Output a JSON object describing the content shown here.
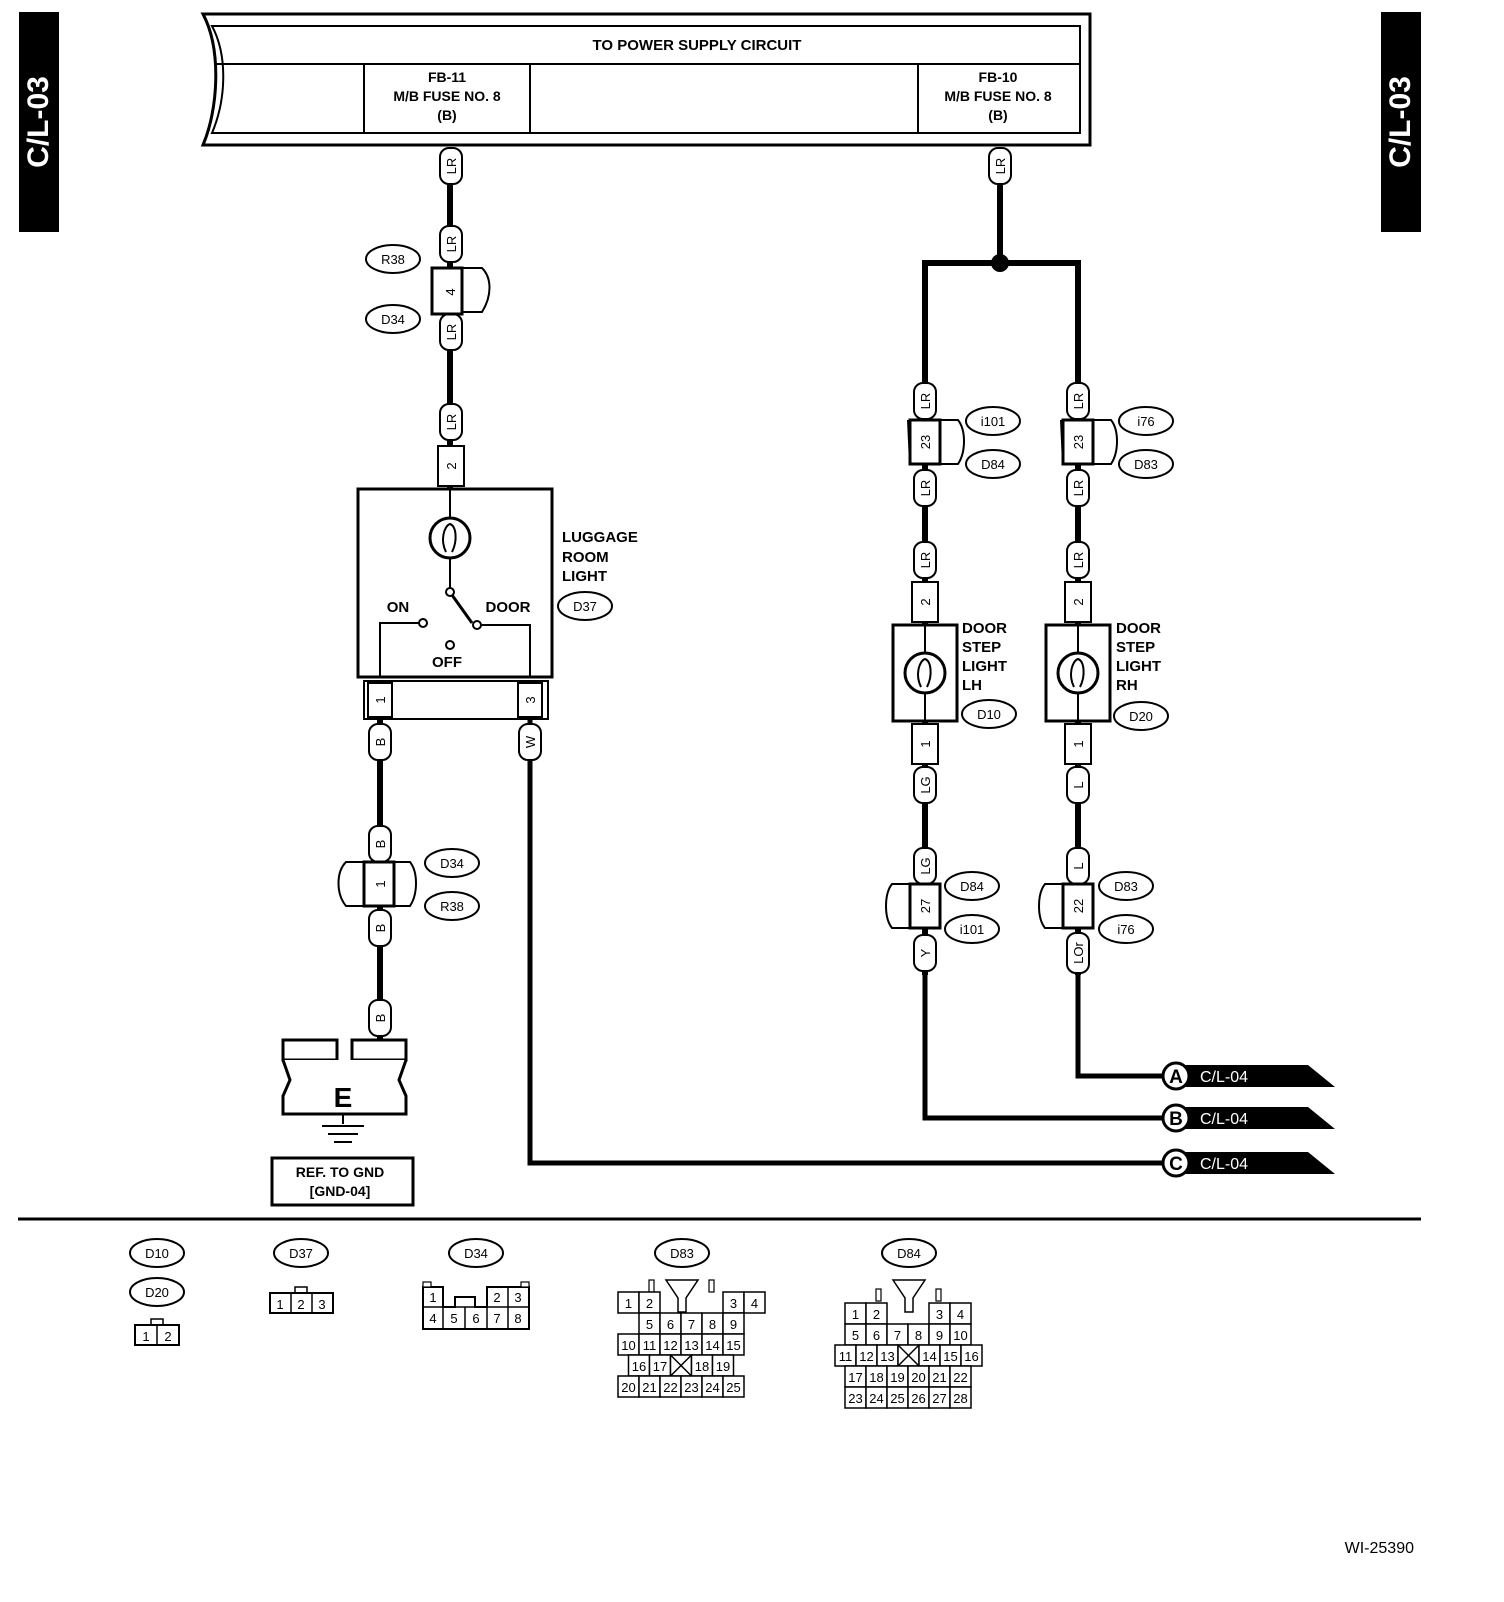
{
  "page": {
    "tab_code": "C/L-03",
    "figure_code": "WI-25390"
  },
  "power_box": {
    "title": "TO POWER SUPPLY CIRCUIT",
    "fuse_left": {
      "line1": "FB-11",
      "line2": "M/B FUSE NO. 8",
      "line3": "(B)"
    },
    "fuse_right": {
      "line1": "FB-10",
      "line2": "M/B FUSE NO. 8",
      "line3": "(B)"
    }
  },
  "left_circuit": {
    "wire_power": "LR",
    "wire_ground": "B",
    "wire_switch": "W",
    "connector_r38": "R38",
    "connector_d34": "D34",
    "pin_inline_top": "4",
    "pin_inline_bottom": "1",
    "pin_lamp_in": "2",
    "pin_lamp_1": "1",
    "pin_lamp_3": "3",
    "luggage_light": {
      "line1": "LUGGAGE",
      "line2": "ROOM",
      "line3": "LIGHT",
      "connector": "D37"
    },
    "switch_on": "ON",
    "switch_door": "DOOR",
    "switch_off": "OFF",
    "ground": {
      "symbol": "E",
      "ref_line1": "REF. TO GND",
      "ref_line2": "[GND-04]"
    }
  },
  "lh_branch": {
    "wire_top": "LR",
    "conn_upper_a": "i101",
    "conn_upper_b": "D84",
    "pin_upper": "23",
    "pin_lamp_in": "2",
    "pin_lamp_out": "1",
    "wire_lamp_out": "LG",
    "lamp": {
      "line1": "DOOR",
      "line2": "STEP",
      "line3": "LIGHT",
      "line4": "LH",
      "connector": "D10"
    },
    "conn_lower_a": "D84",
    "conn_lower_b": "i101",
    "pin_lower": "27",
    "wire_bottom": "Y"
  },
  "rh_branch": {
    "wire_top": "LR",
    "conn_upper_a": "i76",
    "conn_upper_b": "D83",
    "pin_upper": "23",
    "pin_lamp_in": "2",
    "pin_lamp_out": "1",
    "wire_lamp_out": "L",
    "lamp": {
      "line1": "DOOR",
      "line2": "STEP",
      "line3": "LIGHT",
      "line4": "RH",
      "connector": "D20"
    },
    "conn_lower_a": "D83",
    "conn_lower_b": "i76",
    "pin_lower": "22",
    "wire_bottom": "LOr"
  },
  "outputs": [
    {
      "letter": "A",
      "ref": "C/L-04"
    },
    {
      "letter": "B",
      "ref": "C/L-04"
    },
    {
      "letter": "C",
      "ref": "C/L-04"
    }
  ],
  "connector_views": {
    "d10": "D10",
    "d20": "D20",
    "d37": "D37",
    "d34": "D34",
    "d83": "D83",
    "d84": "D84",
    "pins_2": [
      "1",
      "2"
    ],
    "pins_3": [
      "1",
      "2",
      "3"
    ],
    "d34_pins": {
      "top": [
        "1",
        "2",
        "3"
      ],
      "bottom": [
        "4",
        "5",
        "6",
        "7",
        "8"
      ]
    },
    "d83_rows": [
      [
        "1",
        "2",
        "3",
        "4"
      ],
      [
        "5",
        "6",
        "7",
        "8",
        "9"
      ],
      [
        "10",
        "11",
        "12",
        "13",
        "14",
        "15"
      ],
      [
        "16",
        "17",
        "18",
        "19"
      ],
      [
        "20",
        "21",
        "22",
        "23",
        "24",
        "25"
      ]
    ],
    "d84_rows": [
      [
        "1",
        "2",
        "3",
        "4"
      ],
      [
        "5",
        "6",
        "7",
        "8",
        "9",
        "10"
      ],
      [
        "11",
        "12",
        "13",
        "14",
        "15",
        "16"
      ],
      [
        "17",
        "18",
        "19",
        "20",
        "21",
        "22"
      ],
      [
        "23",
        "24",
        "25",
        "26",
        "27",
        "28"
      ]
    ]
  }
}
